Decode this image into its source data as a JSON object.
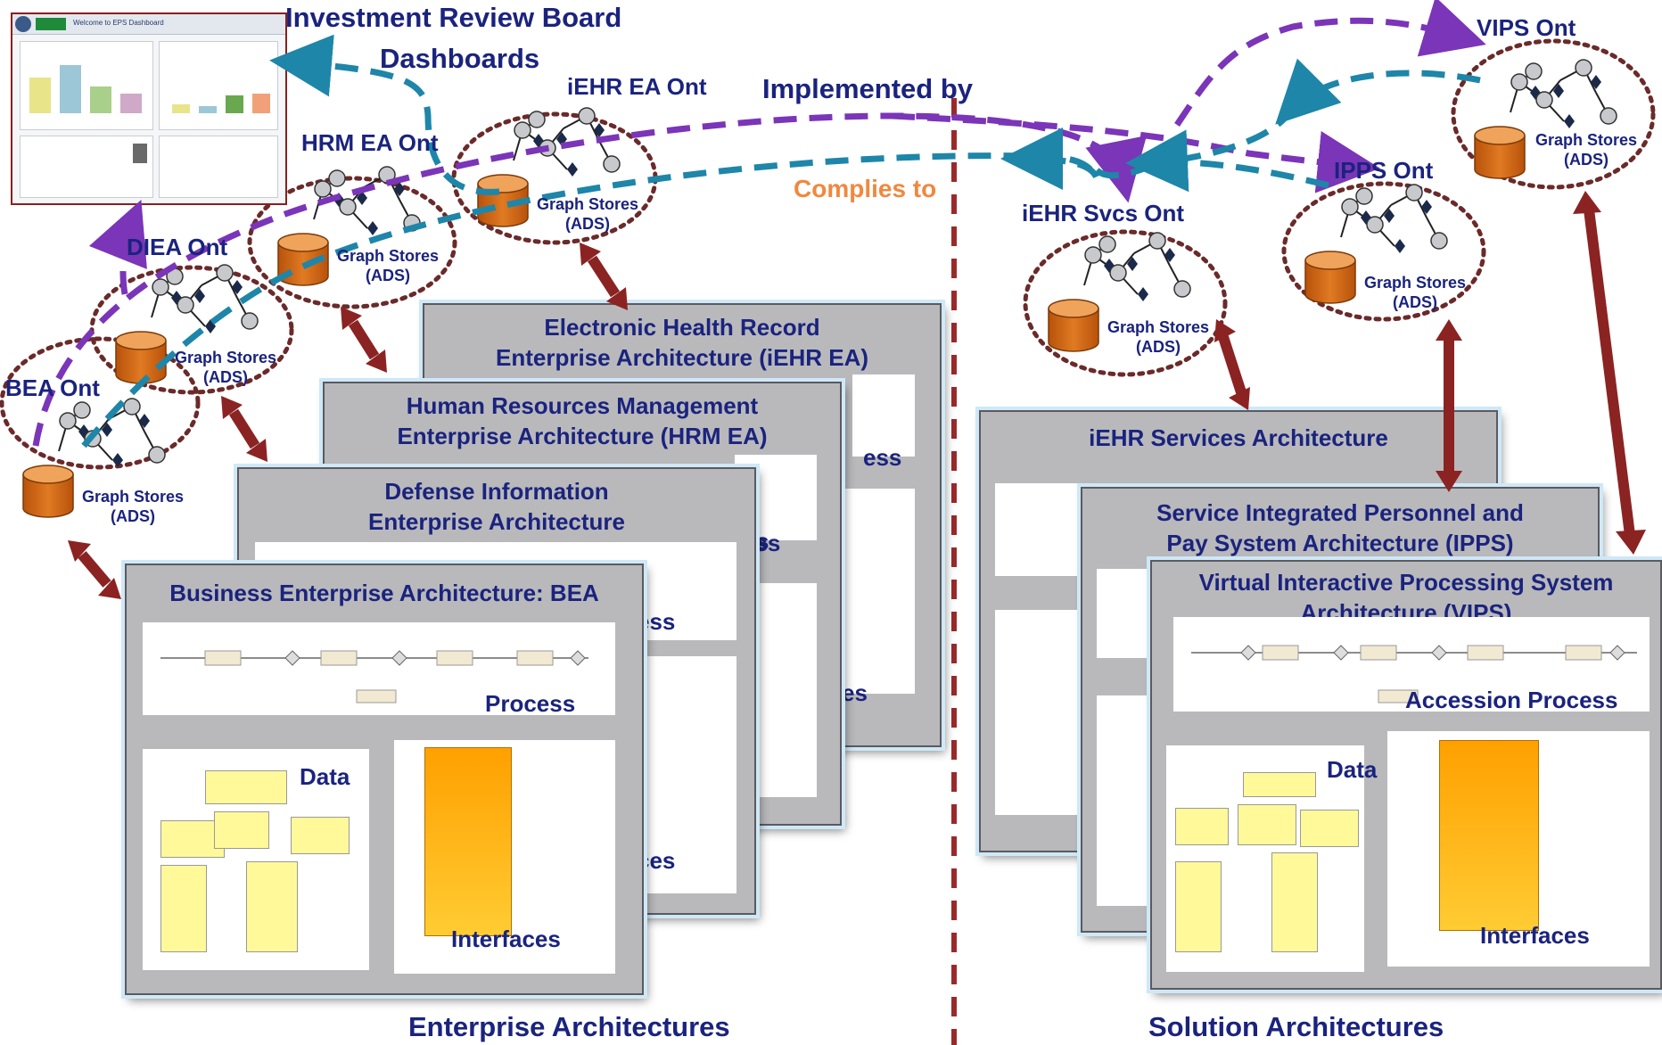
{
  "dashboard": {
    "title_line1": "Investment Review Board",
    "title_line2": "Dashboards",
    "screenshot_title": "Welcome to EPS Dashboard"
  },
  "relations": {
    "implemented_by": "Implemented by",
    "complies_to": "Complies to"
  },
  "ontologies": {
    "bea": {
      "label": "BEA Ont",
      "store_line1": "Graph Stores",
      "store_line2": "(ADS)"
    },
    "diea": {
      "label": "DIEA Ont",
      "store_line1": "Graph Stores",
      "store_line2": "(ADS)"
    },
    "hrm": {
      "label": "HRM EA Ont",
      "store_line1": "Graph Stores",
      "store_line2": "(ADS)"
    },
    "iehr_ea": {
      "label": "iEHR EA Ont",
      "store_line1": "Graph Stores",
      "store_line2": "(ADS)"
    },
    "iehr_svcs": {
      "label": "iEHR Svcs Ont",
      "store_line1": "Graph Stores",
      "store_line2": "(ADS)"
    },
    "ipps": {
      "label": "IPPS Ont",
      "store_line1": "Graph Stores",
      "store_line2": "(ADS)"
    },
    "vips": {
      "label": "VIPS Ont",
      "store_line1": "Graph Stores",
      "store_line2": "(ADS)"
    }
  },
  "enterprise_cards": {
    "iehr_ea": {
      "title": "Electronic Health Record Enterprise Architecture (iEHR EA)",
      "process_tail": "ess",
      "data_tail": "es"
    },
    "hrm_ea": {
      "title": "Human Resources Management Enterprise Architecture (HRM EA)",
      "process_tail": "ess",
      "data_tail": "s"
    },
    "diea": {
      "title": "Defense Information Enterprise Architecture (DIEA)",
      "process_tail": "ess",
      "data_tail": "s",
      "interfaces_tail": "ces"
    },
    "bea": {
      "title": "Business Enterprise Architecture: BEA",
      "process": "Process",
      "data": "Data",
      "interfaces": "Interfaces"
    }
  },
  "solution_cards": {
    "iehr_svcs": {
      "title": "iEHR Services Architecture"
    },
    "ipps": {
      "title": "Service Integrated Personnel and Pay System Architecture (IPPS)"
    },
    "vips": {
      "title": "Virtual Interactive Processing System Architecture (VIPS)",
      "process": "Accession Process",
      "data": "Data",
      "interfaces": "Interfaces"
    }
  },
  "sections": {
    "left": "Enterprise Architectures",
    "right": "Solution Architectures"
  },
  "colors": {
    "navy_text": "#1a237e",
    "purple_arrow": "#7b35b8",
    "teal_arrow": "#1e86a8",
    "maroon_arrow": "#8b2323",
    "cylinder": "#d96a12",
    "orange_label": "#f0883e",
    "divider": "#9a2a2a"
  }
}
